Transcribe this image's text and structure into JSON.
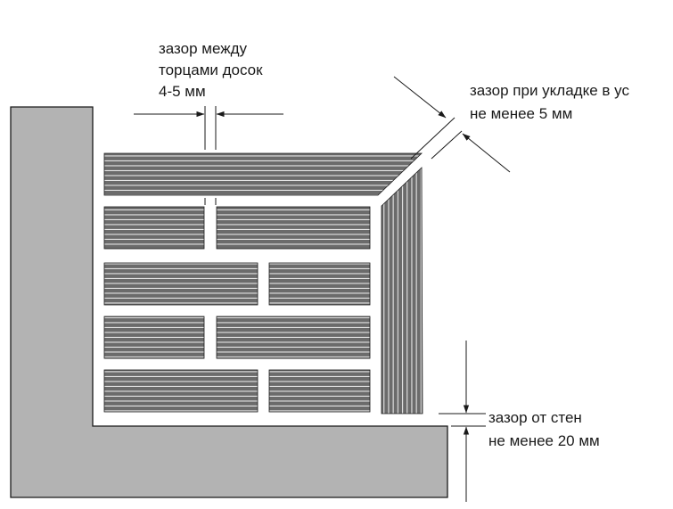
{
  "labels": {
    "end_gap": [
      "зазор между",
      "торцами досок",
      "4-5 мм"
    ],
    "corner_gap": [
      "зазор при укладке в ус",
      "не менее 5 мм"
    ],
    "wall_gap": [
      "зазор от стен",
      "не менее 20 мм"
    ]
  },
  "colors": {
    "wall": "#b3b3b3",
    "board": "#6b6b6b",
    "groove": "#e6e6e6",
    "line": "#1a1a1a"
  }
}
